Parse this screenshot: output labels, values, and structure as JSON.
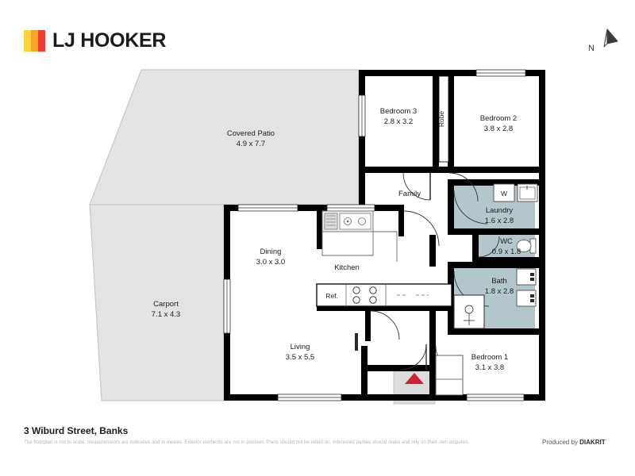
{
  "brand": {
    "name": "LJ HOOKER",
    "logo_icon": "lj-hooker-bars-icon",
    "colors": {
      "yellow": "#fdd23f",
      "orange": "#f7a32c",
      "red": "#ef3e36"
    }
  },
  "compass": {
    "label": "N",
    "icon": "north-arrow-icon"
  },
  "footer": {
    "address": "3 Wiburd Street, Banks",
    "disclaimer": "The floorplan is not to scale, measurements are indicative and in metres. Exterior elements are not in position. Plans should not be relied on. Interested parties should make and rely on their own enquires.",
    "producer_prefix": "Produced by ",
    "producer_name": "DIAKRIT"
  },
  "palette": {
    "wall": "#000000",
    "outdoor_fill": "#e3e3e3",
    "wet_fill": "#b3c6cc",
    "porch_fill": "#dcdcdc",
    "entry_marker": "#d22030",
    "interior_fill": "#ffffff"
  },
  "rooms": [
    {
      "id": "covered-patio",
      "label": "Covered Patio",
      "dim": "4.9 x 7.7",
      "type": "outdoor"
    },
    {
      "id": "carport",
      "label": "Carport",
      "dim": "7.1 x 4.3",
      "type": "outdoor"
    },
    {
      "id": "bedroom-3",
      "label": "Bedroom 3",
      "dim": "2.8 x 3.2",
      "type": "interior"
    },
    {
      "id": "robe",
      "label": "Robe",
      "dim": "",
      "type": "interior"
    },
    {
      "id": "bedroom-2",
      "label": "Bedroom 2",
      "dim": "3.8 x 2.8",
      "type": "interior"
    },
    {
      "id": "family",
      "label": "Family",
      "dim": "",
      "type": "interior"
    },
    {
      "id": "laundry",
      "label": "Laundry",
      "dim": "1.6 x 2.8",
      "type": "wet"
    },
    {
      "id": "wc",
      "label": "WC",
      "dim": "0.9 x 1.8",
      "type": "wet"
    },
    {
      "id": "bath",
      "label": "Bath",
      "dim": "1.8 x 2.8",
      "type": "wet"
    },
    {
      "id": "dining",
      "label": "Dining",
      "dim": "3.0 x 3.0",
      "type": "interior"
    },
    {
      "id": "kitchen",
      "label": "Kitchen",
      "dim": "",
      "type": "interior"
    },
    {
      "id": "living",
      "label": "Living",
      "dim": "3.5 x 5.5",
      "type": "interior"
    },
    {
      "id": "bedroom-1",
      "label": "Bedroom 1",
      "dim": "3.1 x 3.8",
      "type": "interior"
    }
  ],
  "fixtures": {
    "washer": "W",
    "refrigerator": "Ref.",
    "sink_icon": "kitchen-sink-icon",
    "cooktop_icon": "cooktop-icon",
    "laundry_tub_icon": "laundry-tub-icon",
    "toilet_icon": "toilet-icon",
    "shower_icon": "shower-icon",
    "vanity_icon": "vanity-basin-icon",
    "entry_icon": "entry-direction-marker"
  }
}
